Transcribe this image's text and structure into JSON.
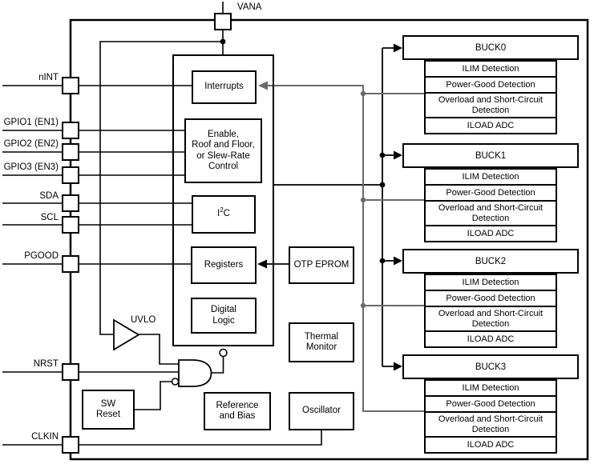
{
  "pins": {
    "vana": "VANA",
    "nint": "nINT",
    "gpio1": "GPIO1 (EN1)",
    "gpio2": "GPIO2 (EN2)",
    "gpio3": "GPIO3 (EN3)",
    "sda": "SDA",
    "scl": "SCL",
    "pgood": "PGOOD",
    "nrst": "NRST",
    "clkin": "CLKIN"
  },
  "blocks": {
    "interrupts": "Interrupts",
    "enable_lines": [
      "Enable,",
      "Roof and Floor,",
      "or Slew-Rate",
      "Control"
    ],
    "i2c": {
      "base": "I",
      "sup": "2",
      "end": "C"
    },
    "registers": "Registers",
    "digital_lines": [
      "Digital",
      "Logic"
    ],
    "otp": "OTP EPROM",
    "thermal_lines": [
      "Thermal",
      "Monitor"
    ],
    "oscillator": "Oscillator",
    "refbias_lines": [
      "Reference",
      "and Bias"
    ],
    "swreset_lines": [
      "SW",
      "Reset"
    ],
    "uvlo": "UVLO"
  },
  "bucks": [
    {
      "title": "BUCK0",
      "rows": [
        "ILIM Detection",
        "Power-Good Detection",
        "Overload and Short-Circuit Detection",
        "ILOAD ADC"
      ]
    },
    {
      "title": "BUCK1",
      "rows": [
        "ILIM Detection",
        "Power-Good Detection",
        "Overload and Short-Circuit Detection",
        "ILOAD ADC"
      ]
    },
    {
      "title": "BUCK2",
      "rows": [
        "ILIM Detection",
        "Power-Good Detection",
        "Overload and Short-Circuit Detection",
        "ILOAD ADC"
      ]
    },
    {
      "title": "BUCK3",
      "rows": [
        "ILIM Detection",
        "Power-Good Detection",
        "Overload and Short-Circuit Detection",
        "ILOAD ADC"
      ]
    }
  ],
  "colors": {
    "line": "#000000",
    "status_line": "#6a6a6a",
    "background": "#ffffff"
  }
}
